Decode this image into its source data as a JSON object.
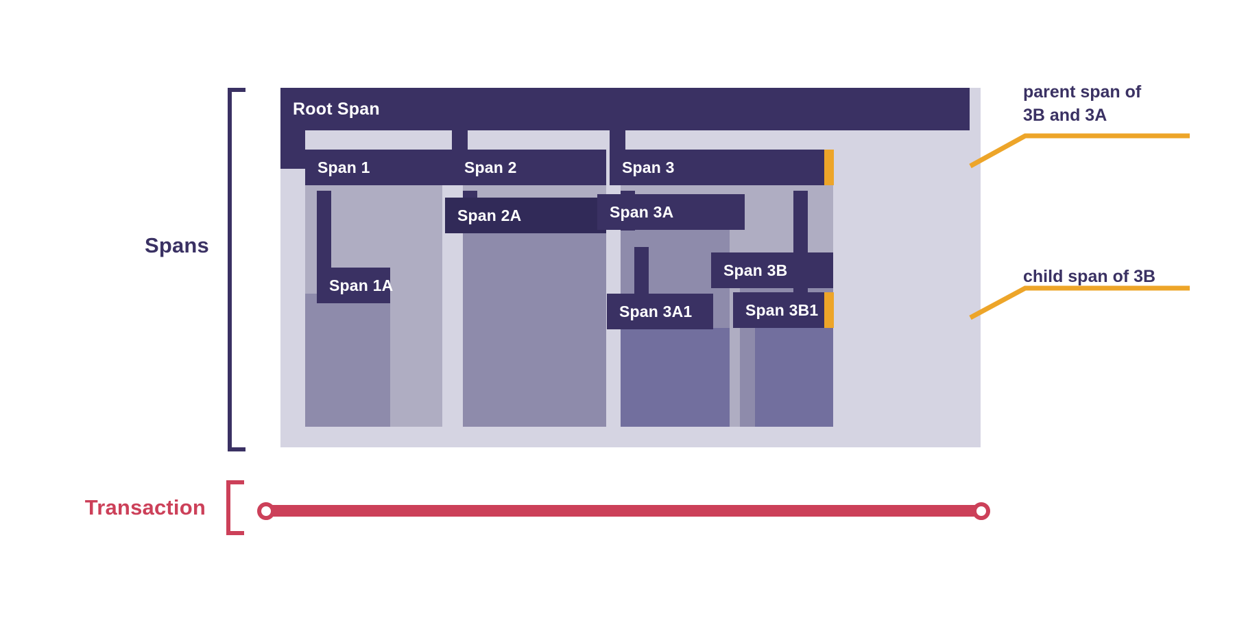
{
  "diagram": {
    "title": "Distributed tracing spans and transaction",
    "colors": {
      "span_header": "#3a3163",
      "span_header_deep": "#312a58",
      "level0_fill": "#d5d4e2",
      "level1_fill": "#afadc2",
      "level2_fill": "#8e8bab",
      "level3_fill": "#726f9e",
      "highlight": "#eda529",
      "transaction": "#cc4059",
      "text_dark": "#3a3163",
      "text_light": "#ffffff"
    }
  },
  "labels": {
    "spans": "Spans",
    "transaction": "Transaction"
  },
  "spans": {
    "root": "Root Span",
    "span1": "Span 1",
    "span1a": "Span 1A",
    "span2": "Span 2",
    "span2a": "Span 2A",
    "span3": "Span 3",
    "span3a": "Span 3A",
    "span3a1": "Span 3A1",
    "span3b": "Span 3B",
    "span3b1": "Span 3B1"
  },
  "hierarchy": {
    "name": "Root Span",
    "children": [
      {
        "name": "Span 1",
        "children": [
          {
            "name": "Span 1A",
            "children": []
          }
        ]
      },
      {
        "name": "Span 2",
        "children": [
          {
            "name": "Span 2A",
            "children": []
          }
        ]
      },
      {
        "name": "Span 3",
        "children": [
          {
            "name": "Span 3A",
            "children": [
              {
                "name": "Span 3A1",
                "children": []
              }
            ]
          },
          {
            "name": "Span 3B",
            "children": [
              {
                "name": "Span 3B1",
                "children": []
              }
            ]
          }
        ]
      }
    ]
  },
  "callouts": {
    "parent": "parent span of\n3B and 3A",
    "child": "child span of 3B"
  }
}
